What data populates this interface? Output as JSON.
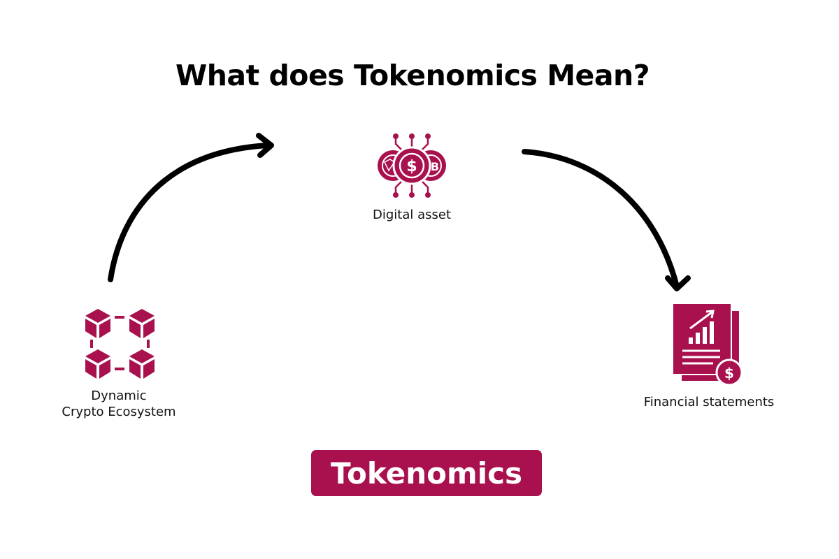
{
  "title": "What does Tokenomics Mean?",
  "nodes": {
    "digital_asset": "Digital asset",
    "ecosystem_line1": "Dynamic",
    "ecosystem_line2": "Crypto Ecosystem",
    "financial": "Financial statements"
  },
  "center_label": "Tokenomics",
  "colors": {
    "accent": "#A8104E",
    "arrow": "#000000"
  }
}
